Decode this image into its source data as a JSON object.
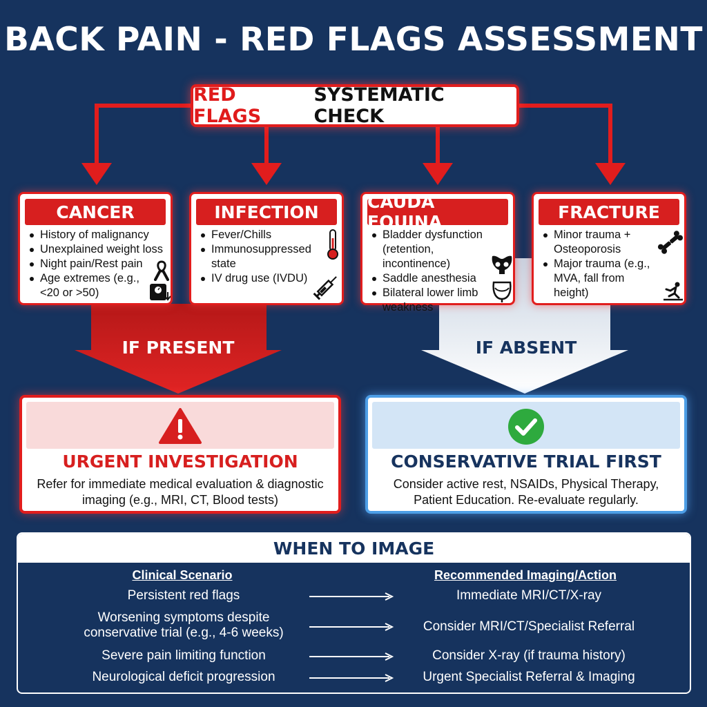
{
  "title": "BACK PAIN - RED FLAGS ASSESSMENT",
  "check": {
    "highlight": "RED FLAGS",
    "rest": "SYSTEMATIC CHECK"
  },
  "categories": [
    {
      "title": "CANCER",
      "items": [
        "History of malignancy",
        "Unexplained weight loss",
        "Night pain/Rest pain",
        "Age extremes (e.g., <20 or >50)"
      ],
      "icons": [
        "ribbon-icon",
        "weight-scale-icon"
      ]
    },
    {
      "title": "INFECTION",
      "items": [
        "Fever/Chills",
        "Immunosuppressed state",
        "IV drug use (IVDU)"
      ],
      "icons": [
        "thermometer-icon",
        "syringe-icon"
      ]
    },
    {
      "title": "CAUDA EQUINA",
      "items": [
        "Bladder dysfunction (retention, incontinence)",
        "Saddle anesthesia",
        "Bilateral lower limb weakness"
      ],
      "icons": [
        "pelvis-icon",
        "bladder-icon"
      ]
    },
    {
      "title": "FRACTURE",
      "items": [
        "Minor trauma + Osteoporosis",
        "Major trauma (e.g., MVA, fall from height)"
      ],
      "icons": [
        "broken-bone-icon",
        "fall-icon"
      ]
    }
  ],
  "decision": {
    "present": "IF PRESENT",
    "absent": "IF ABSENT"
  },
  "outcomes": {
    "urgent": {
      "title": "URGENT INVESTIGATION",
      "description": "Refer for immediate medical evaluation & diagnostic imaging (e.g., MRI, CT, Blood tests)",
      "icon": "warning-icon"
    },
    "conservative": {
      "title": "CONSERVATIVE TRIAL FIRST",
      "description": "Consider active rest, NSAIDs, Physical Therapy, Patient Education. Re-evaluate regularly.",
      "icon": "check-circle-icon"
    }
  },
  "imaging": {
    "title": "WHEN TO IMAGE",
    "col_scenario": "Clinical Scenario",
    "col_action": "Recommended Imaging/Action",
    "rows": [
      {
        "scenario": "Persistent red flags",
        "action": "Immediate MRI/CT/X-ray"
      },
      {
        "scenario": "Worsening symptoms despite conservative trial (e.g., 4-6 weeks)",
        "action": "Consider MRI/CT/Specialist Referral"
      },
      {
        "scenario": "Severe pain limiting function",
        "action": "Consider X-ray (if trauma history)"
      },
      {
        "scenario": "Neurological deficit progression",
        "action": "Urgent Specialist Referral & Imaging"
      }
    ]
  },
  "colors": {
    "background": "#16335e",
    "red": "#d71f1f",
    "blue": "#4d9ee6",
    "green": "#2eaa3e"
  }
}
